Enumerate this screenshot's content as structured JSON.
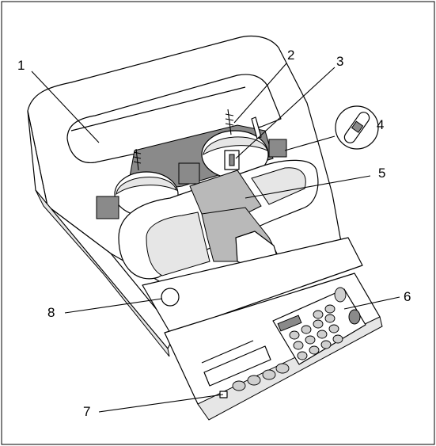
{
  "figure": {
    "callouts": [
      {
        "id": "1",
        "label": "1"
      },
      {
        "id": "2",
        "label": "2"
      },
      {
        "id": "3",
        "label": "3"
      },
      {
        "id": "4",
        "label": "4"
      },
      {
        "id": "5",
        "label": "5"
      },
      {
        "id": "6",
        "label": "6"
      },
      {
        "id": "7",
        "label": "7"
      },
      {
        "id": "8",
        "label": "8"
      }
    ],
    "colors": {
      "line": "#000000",
      "light_shade": "#e6e6e6",
      "mid_shade": "#b9b9b9",
      "dark_shade": "#8a8a8a",
      "background": "#ffffff"
    }
  }
}
